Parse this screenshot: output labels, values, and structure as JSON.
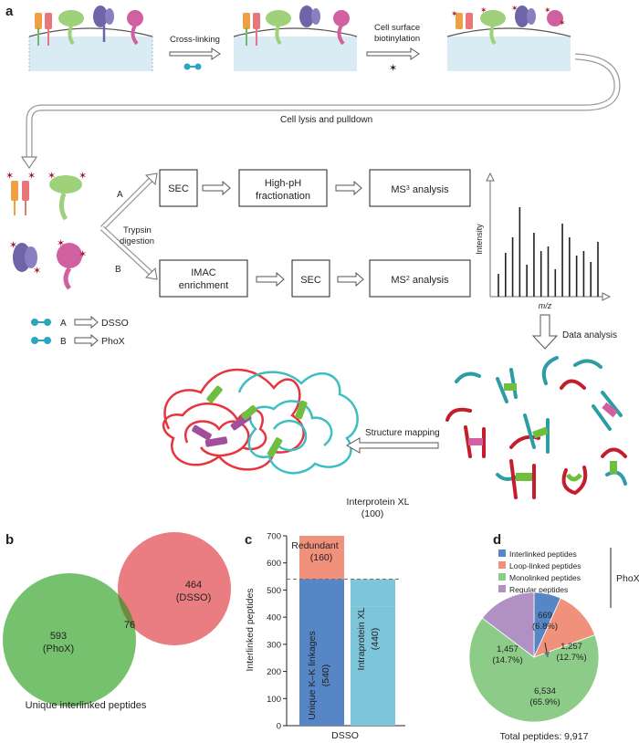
{
  "panels": {
    "a": "a",
    "b": "b",
    "c": "c",
    "d": "d"
  },
  "workflow": {
    "crosslinking": "Cross-linking",
    "biotin_line1": "Cell surface",
    "biotin_line2": "biotinylation",
    "lysis": "Cell lysis and pulldown",
    "trypsin_line1": "Trypsin",
    "trypsin_line2": "digestion",
    "route_a": "A",
    "route_b": "B",
    "sec": "SEC",
    "highph_line1": "High-pH",
    "highph_line2": "fractionation",
    "ms3": "MS",
    "ms3_sup": "3",
    "ms_suffix": " analysis",
    "imac_line1": "IMAC",
    "imac_line2": "enrichment",
    "sec2": "SEC",
    "ms2": "MS",
    "ms2_sup": "2",
    "spectrum_ylabel": "Intensity",
    "spectrum_xlabel": "m/z",
    "spectrum_peaks": [
      0.25,
      0.48,
      0.65,
      0.98,
      0.35,
      0.7,
      0.5,
      0.55,
      0.3,
      0.8,
      0.65,
      0.45,
      0.5,
      0.38,
      0.6
    ],
    "data_analysis": "Data analysis",
    "structure_mapping": "Structure mapping",
    "legend": [
      {
        "letter": "A",
        "name": "DSSO"
      },
      {
        "letter": "B",
        "name": "PhoX"
      }
    ]
  },
  "venn": {
    "left": {
      "value": "593",
      "label": "(PhoX)",
      "color": "#6ebe65"
    },
    "right": {
      "value": "464",
      "label": "(DSSO)",
      "color": "#e8767a"
    },
    "overlap": "76",
    "caption": "Unique interlinked peptides"
  },
  "chart_data": [
    {
      "type": "bar",
      "ylabel": "Interlinked peptides",
      "xlabel": "DSSO",
      "ylim": [
        0,
        700
      ],
      "yticks": [
        0,
        100,
        200,
        300,
        400,
        500,
        600,
        700
      ],
      "reference_line": 540,
      "stacks": [
        {
          "segments": [
            {
              "label": "Unique K–K linkages",
              "value_label": "(540)",
              "value": 540,
              "color": "#5686c6"
            },
            {
              "label": "Redundant",
              "value_label": "(160)",
              "value": 160,
              "color": "#f0917c"
            }
          ]
        },
        {
          "segments": [
            {
              "label": "Intraprotein XL",
              "value_label": "(440)",
              "value": 440,
              "color": "#7dc5d9"
            },
            {
              "label": "Interprotein XL",
              "value_label": "(100)",
              "value": 100,
              "color": "#7dc5d9"
            }
          ]
        }
      ]
    },
    {
      "type": "pie",
      "legend_group": "PhoX",
      "total_label": "Total peptides: 9,917",
      "slices": [
        {
          "name": "Interlinked peptides",
          "value": 669,
          "value_label": "669",
          "pct_label": "(6.8%)",
          "color": "#5686c6"
        },
        {
          "name": "Loop-linked peptides",
          "value": 1257,
          "value_label": "1,257",
          "pct_label": "(12.7%)",
          "color": "#f0917c"
        },
        {
          "name": "Monolinked peptides",
          "value": 6534,
          "value_label": "6,534",
          "pct_label": "(65.9%)",
          "color": "#8ccb88"
        },
        {
          "name": "Regular peptides",
          "value": 1457,
          "value_label": "1,457",
          "pct_label": "(14.7%)",
          "color": "#b191c4"
        }
      ]
    }
  ]
}
